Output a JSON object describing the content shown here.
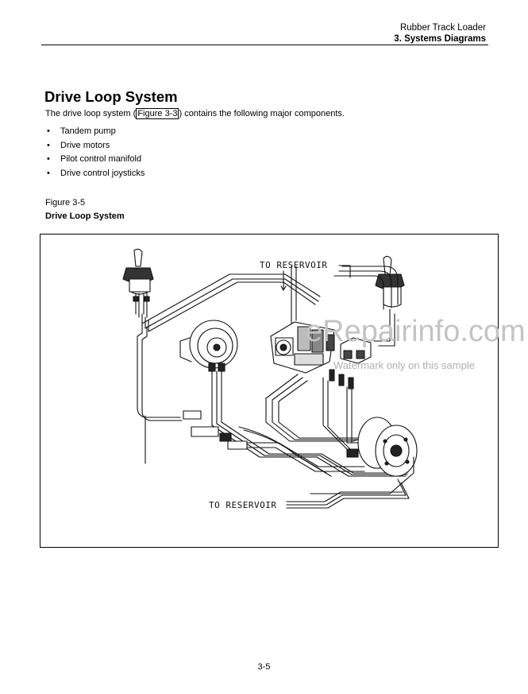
{
  "header": {
    "product": "Rubber Track Loader",
    "section": "3. Systems Diagrams"
  },
  "title": "Drive Loop System",
  "intro": {
    "before": "The drive loop system (",
    "ref": "Figure 3-3",
    "after": ") contains the following major components."
  },
  "components": [
    "Tandem pump",
    "Drive motors",
    "Pilot control manifold",
    "Drive control joysticks"
  ],
  "figure": {
    "number": "Figure 3-5",
    "title": "Drive Loop System",
    "labels": {
      "top": "TO RESERVOIR",
      "bottom": "TO RESERVOIR"
    }
  },
  "watermark": {
    "main": "eRepairinfo.com",
    "sub": "Watermark only on this sample"
  },
  "page_number": "3-5"
}
